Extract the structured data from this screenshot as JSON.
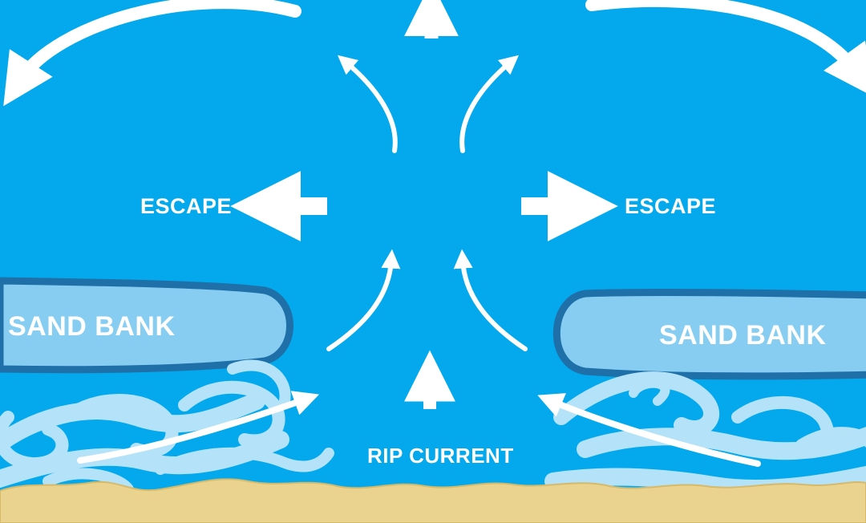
{
  "labels": {
    "escape_left": "ESCAPE",
    "escape_right": "ESCAPE",
    "sand_bank_left": "SAND BANK",
    "sand_bank_right": "SAND BANK",
    "rip_current": "RIP CURRENT"
  },
  "colors": {
    "ocean": "#03a9ec",
    "sand_bank_fill": "#86cdf1",
    "sand_bank_outline": "#1f70a8",
    "surf": "#b4e2f8",
    "beach": "#ead38f",
    "arrow": "#ffffff"
  }
}
